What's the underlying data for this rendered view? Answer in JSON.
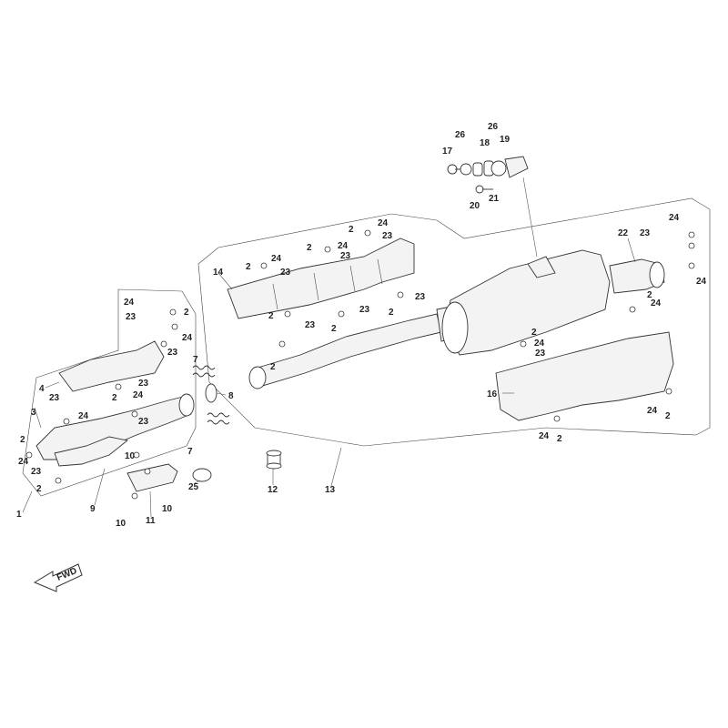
{
  "fwd_label": "FWD",
  "callouts": [
    {
      "id": "c1",
      "text": "1"
    },
    {
      "id": "c2a",
      "text": "2"
    },
    {
      "id": "c2b",
      "text": "2"
    },
    {
      "id": "c2c",
      "text": "2"
    },
    {
      "id": "c2d",
      "text": "2"
    },
    {
      "id": "c2e",
      "text": "2"
    },
    {
      "id": "c2f",
      "text": "2"
    },
    {
      "id": "c2g",
      "text": "2"
    },
    {
      "id": "c2h",
      "text": "2"
    },
    {
      "id": "c2i",
      "text": "2"
    },
    {
      "id": "c2j",
      "text": "2"
    },
    {
      "id": "c2k",
      "text": "2"
    },
    {
      "id": "c2l",
      "text": "2"
    },
    {
      "id": "c2m",
      "text": "2"
    },
    {
      "id": "c2n",
      "text": "2"
    },
    {
      "id": "c2o",
      "text": "2"
    },
    {
      "id": "c3",
      "text": "3"
    },
    {
      "id": "c4",
      "text": "4"
    },
    {
      "id": "c7a",
      "text": "7"
    },
    {
      "id": "c7b",
      "text": "7"
    },
    {
      "id": "c8",
      "text": "8"
    },
    {
      "id": "c9",
      "text": "9"
    },
    {
      "id": "c10a",
      "text": "10"
    },
    {
      "id": "c10b",
      "text": "10"
    },
    {
      "id": "c10c",
      "text": "10"
    },
    {
      "id": "c11",
      "text": "11"
    },
    {
      "id": "c12",
      "text": "12"
    },
    {
      "id": "c13",
      "text": "13"
    },
    {
      "id": "c14",
      "text": "14"
    },
    {
      "id": "c16",
      "text": "16"
    },
    {
      "id": "c17",
      "text": "17"
    },
    {
      "id": "c18",
      "text": "18"
    },
    {
      "id": "c19",
      "text": "19"
    },
    {
      "id": "c20",
      "text": "20"
    },
    {
      "id": "c21",
      "text": "21"
    },
    {
      "id": "c22",
      "text": "22"
    },
    {
      "id": "c23a",
      "text": "23"
    },
    {
      "id": "c23b",
      "text": "23"
    },
    {
      "id": "c23c",
      "text": "23"
    },
    {
      "id": "c23d",
      "text": "23"
    },
    {
      "id": "c23e",
      "text": "23"
    },
    {
      "id": "c23f",
      "text": "23"
    },
    {
      "id": "c23g",
      "text": "23"
    },
    {
      "id": "c23h",
      "text": "23"
    },
    {
      "id": "c23i",
      "text": "23"
    },
    {
      "id": "c23j",
      "text": "23"
    },
    {
      "id": "c23k",
      "text": "23"
    },
    {
      "id": "c23l",
      "text": "23"
    },
    {
      "id": "c23m",
      "text": "23"
    },
    {
      "id": "c23n",
      "text": "23"
    },
    {
      "id": "c24a",
      "text": "24"
    },
    {
      "id": "c24b",
      "text": "24"
    },
    {
      "id": "c24c",
      "text": "24"
    },
    {
      "id": "c24d",
      "text": "24"
    },
    {
      "id": "c24e",
      "text": "24"
    },
    {
      "id": "c24f",
      "text": "24"
    },
    {
      "id": "c24g",
      "text": "24"
    },
    {
      "id": "c24h",
      "text": "24"
    },
    {
      "id": "c24i",
      "text": "24"
    },
    {
      "id": "c24j",
      "text": "24"
    },
    {
      "id": "c24k",
      "text": "24"
    },
    {
      "id": "c24l",
      "text": "24"
    },
    {
      "id": "c24m",
      "text": "24"
    },
    {
      "id": "c24n",
      "text": "24"
    },
    {
      "id": "c25",
      "text": "25"
    },
    {
      "id": "c26a",
      "text": "26"
    },
    {
      "id": "c26b",
      "text": "26"
    }
  ]
}
